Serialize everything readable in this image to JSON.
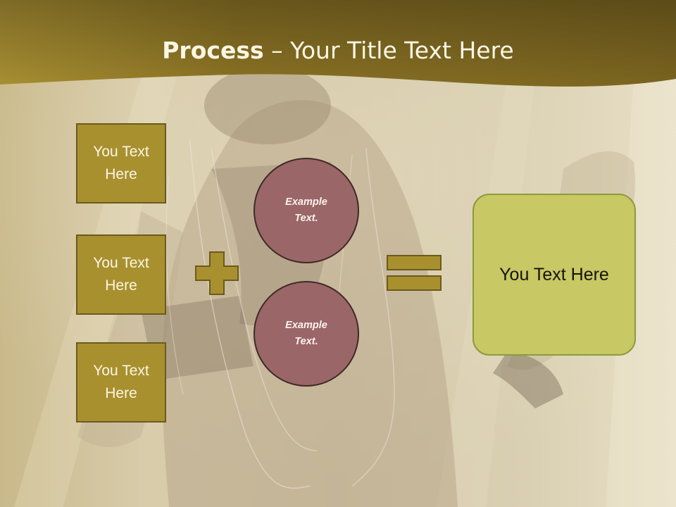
{
  "slide": {
    "title_bold": "Process",
    "title_rest": " – Your Title Text Here",
    "left_boxes": [
      {
        "line1": "You Text",
        "line2": "Here"
      },
      {
        "line1": "You Text",
        "line2": "Here"
      },
      {
        "line1": "You Text",
        "line2": "Here"
      }
    ],
    "circles": [
      {
        "line1": "Example",
        "line2": "Text."
      },
      {
        "line1": "Example",
        "line2": "Text."
      }
    ],
    "result_text": "You Text Here"
  },
  "colors": {
    "header": "#8a7421",
    "box_fill": "#a8902f",
    "circle_fill": "#9b6668",
    "result_fill": "#c8c864",
    "operator": "#a8902f"
  },
  "icons": {
    "plus": "plus-icon",
    "equals": "equals-icon"
  }
}
